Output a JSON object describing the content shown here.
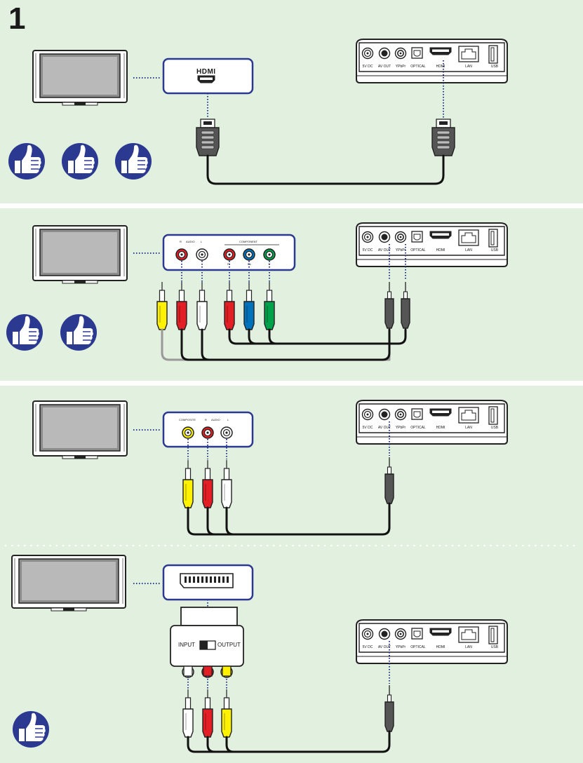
{
  "step_number": "1",
  "colors": {
    "panel_bg": "#e2f0df",
    "accent_blue": "#2b3990",
    "cable": "#111111",
    "red": "#e31e24",
    "blue": "#0072bc",
    "green": "#00a14b",
    "yellow": "#fff200",
    "grey_plug": "#555555"
  },
  "icons": [
    "thumbs-up-icon",
    "tv-icon",
    "hdmi-port-icon",
    "rca-jack-icon",
    "scart-port-icon",
    "usb-port-icon",
    "lan-port-icon",
    "optical-port-icon"
  ],
  "device_ports": {
    "dc": "5V DC",
    "av_out": "AV OUT",
    "ypbpr": "YPbPr",
    "optical": "OPTICAL",
    "hdmi": "HDMI",
    "lan": "LAN",
    "usb": "USB"
  },
  "sections": [
    {
      "id": "hdmi",
      "tv_port": "HDMI",
      "rating": 3
    },
    {
      "id": "component",
      "tv_labels": {
        "r": "R",
        "audio": "AUDIO",
        "l": "L",
        "component": "COMPONENT",
        "pr": "Pr",
        "pb": "Pb",
        "y": "Y"
      },
      "rating": 2
    },
    {
      "id": "composite",
      "tv_labels": {
        "composite": "COMPOSITE",
        "r": "R",
        "audio": "AUDIO",
        "l": "L"
      },
      "rating": 0
    },
    {
      "id": "scart",
      "adapter": {
        "input": "INPUT",
        "output": "OUTPUT"
      },
      "rating": 1
    }
  ]
}
